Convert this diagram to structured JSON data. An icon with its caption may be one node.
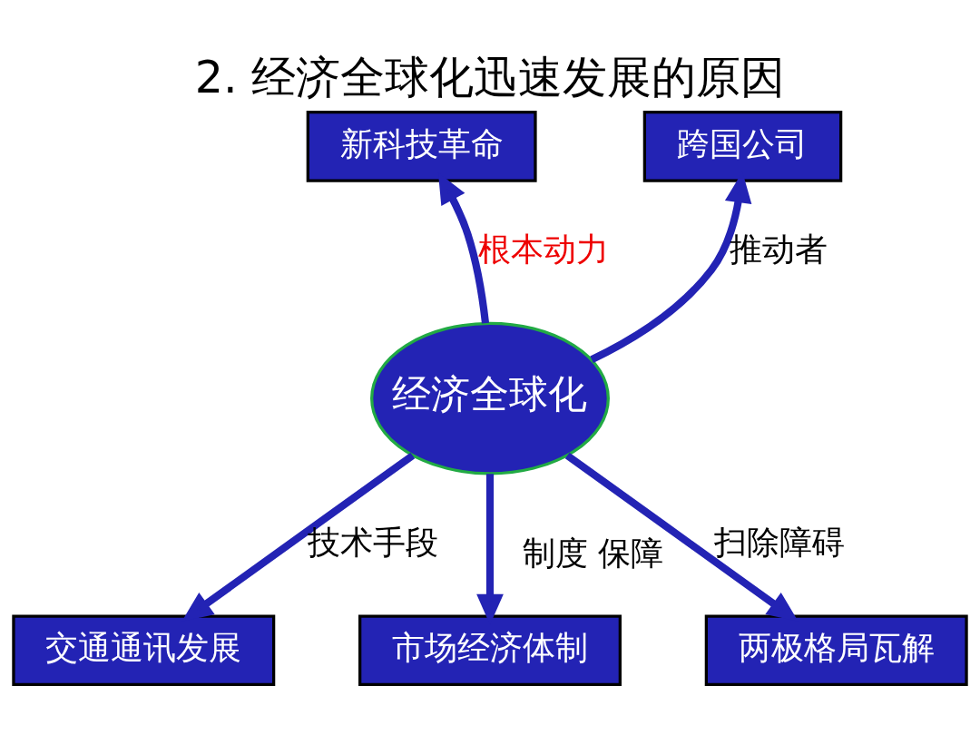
{
  "diagram": {
    "title": "2. 经济全球化迅速发展的原因",
    "nodes": [
      {
        "text": [
          "经济全球化"
        ]
      },
      {
        "text": [
          "新科技革命"
        ]
      },
      {
        "text": [
          "跨国公司"
        ]
      },
      {
        "text": [
          "交通通讯发展"
        ]
      },
      {
        "text": [
          "市场经济体制"
        ]
      },
      {
        "text": [
          "两极格局瓦解"
        ]
      }
    ],
    "edges": [
      {
        "from": 0,
        "to": 1,
        "arrow": "to",
        "label": "根本动力"
      },
      {
        "from": 0,
        "to": 2,
        "arrow": "to",
        "label": "推动者"
      },
      {
        "from": 0,
        "to": 3,
        "arrow": "to",
        "label": "技术手段"
      },
      {
        "from": 0,
        "to": 4,
        "arrow": "to",
        "label": "制度 保障"
      },
      {
        "from": 0,
        "to": 5,
        "arrow": "to",
        "label": "扫除障碍"
      }
    ]
  }
}
